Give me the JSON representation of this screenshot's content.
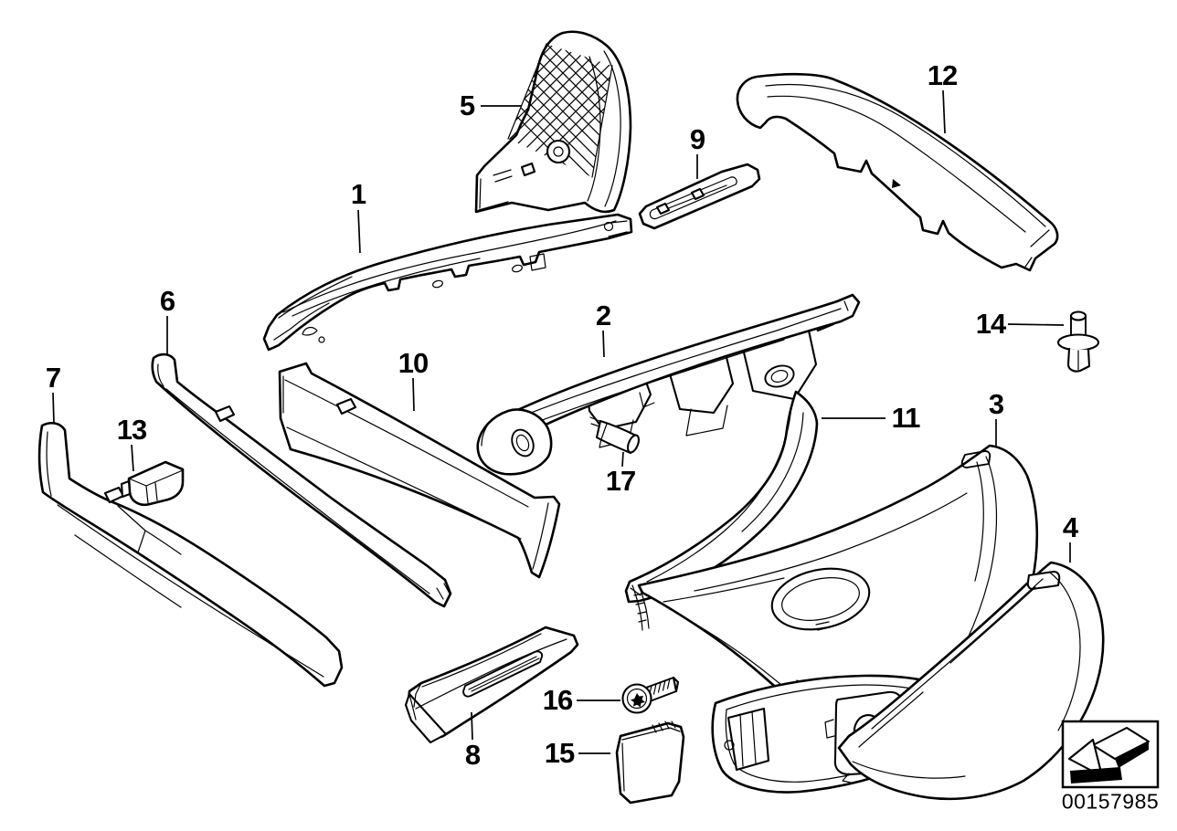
{
  "diagram": {
    "doc_number": "00157985",
    "background_color": "#ffffff",
    "line_color": "#000000",
    "arrow_icon": "direction-arrow-down-left"
  },
  "labels": {
    "l1": "1",
    "l2": "2",
    "l3": "3",
    "l4": "4",
    "l5": "5",
    "l6": "6",
    "l7": "7",
    "l8": "8",
    "l9": "9",
    "l10": "10",
    "l11": "11",
    "l12": "12",
    "l13": "13",
    "l14": "14",
    "l15": "15",
    "l16": "16",
    "l17": "17"
  }
}
